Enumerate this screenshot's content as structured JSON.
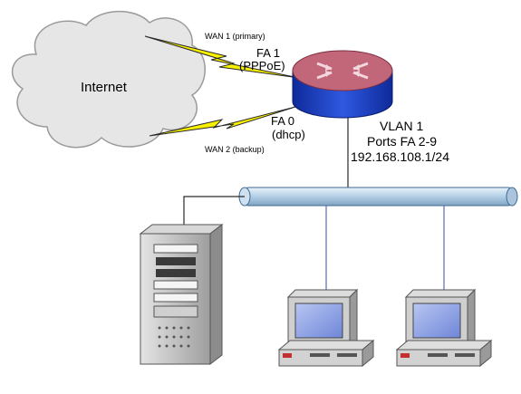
{
  "internet": {
    "label": "Internet"
  },
  "router": {
    "fa1_label": "FA 1",
    "fa1_proto": "(PPPoE)",
    "fa0_label": "FA 0",
    "fa0_proto": "(dhcp)"
  },
  "wan": {
    "primary_label": "WAN 1 (primary)",
    "backup_label": "WAN 2 (backup)"
  },
  "vlan": {
    "name": "VLAN 1",
    "ports": "Ports FA 2-9",
    "ip": "192.168.108.1/24"
  },
  "colors": {
    "router_top": "#c2667a",
    "router_body": "#1f3fc0",
    "lightning": "#f7f000",
    "bus": "#bcd5e8",
    "screen": "#8fa4e8",
    "server": "#c8c8c8"
  },
  "icons": [
    "cloud-icon",
    "router-icon",
    "server-icon",
    "pc-icon"
  ]
}
